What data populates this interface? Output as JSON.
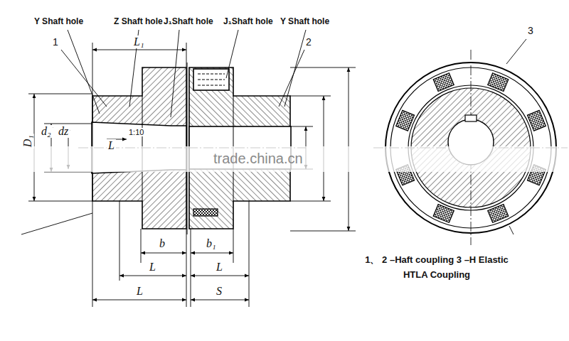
{
  "diagram": {
    "caption": "1、 2 –Haft coupling 3 –H Elastic HTLA Coupling",
    "labels": [
      "Y Shaft hole",
      "Z Shaft hole",
      "J₁Shaft hole",
      "J₁Shaft hole",
      "Y Shaft hole",
      "1",
      "L₁",
      "2",
      "3",
      "D₁",
      "d₂",
      "dz",
      "1:10",
      "L",
      "b",
      "b₁",
      "L",
      "L",
      "L",
      "S",
      "trade.china.cn"
    ]
  }
}
